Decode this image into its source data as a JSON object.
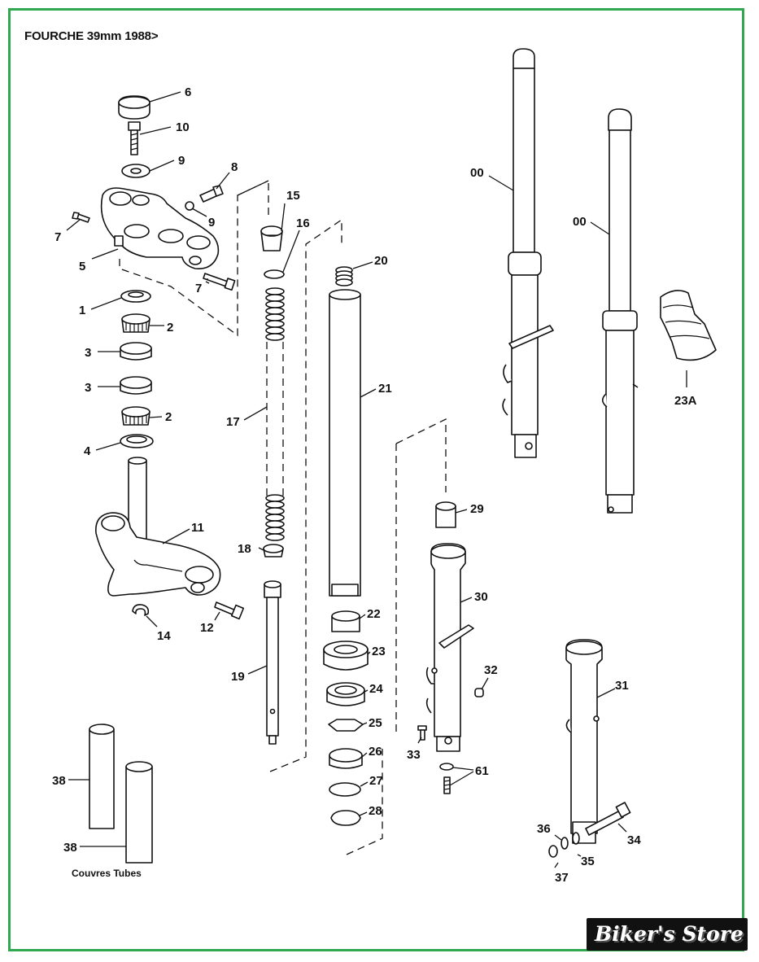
{
  "title": "FOURCHE 39mm 1988>",
  "caption": "Couvres Tubes",
  "logo_text": "Biker's Store",
  "colors": {
    "frame": "#2fa84f",
    "line": "#111111",
    "logo_bg": "#111111"
  },
  "labels": [
    {
      "key": "6",
      "text": "6"
    },
    {
      "key": "10",
      "text": "10"
    },
    {
      "key": "9a",
      "text": "9"
    },
    {
      "key": "8",
      "text": "8"
    },
    {
      "key": "9b",
      "text": "9"
    },
    {
      "key": "7a",
      "text": "7"
    },
    {
      "key": "5",
      "text": "5"
    },
    {
      "key": "7b",
      "text": "7"
    },
    {
      "key": "1",
      "text": "1"
    },
    {
      "key": "2a",
      "text": "2"
    },
    {
      "key": "3a",
      "text": "3"
    },
    {
      "key": "3b",
      "text": "3"
    },
    {
      "key": "2b",
      "text": "2"
    },
    {
      "key": "4",
      "text": "4"
    },
    {
      "key": "11",
      "text": "11"
    },
    {
      "key": "14",
      "text": "14"
    },
    {
      "key": "12",
      "text": "12"
    },
    {
      "key": "15",
      "text": "15"
    },
    {
      "key": "16",
      "text": "16"
    },
    {
      "key": "17",
      "text": "17"
    },
    {
      "key": "18",
      "text": "18"
    },
    {
      "key": "19",
      "text": "19"
    },
    {
      "key": "20",
      "text": "20"
    },
    {
      "key": "21",
      "text": "21"
    },
    {
      "key": "22",
      "text": "22"
    },
    {
      "key": "23",
      "text": "23"
    },
    {
      "key": "24",
      "text": "24"
    },
    {
      "key": "25",
      "text": "25"
    },
    {
      "key": "26",
      "text": "26"
    },
    {
      "key": "27",
      "text": "27"
    },
    {
      "key": "28",
      "text": "28"
    },
    {
      "key": "00a",
      "text": "00"
    },
    {
      "key": "00b",
      "text": "00"
    },
    {
      "key": "23A",
      "text": "23A"
    },
    {
      "key": "29",
      "text": "29"
    },
    {
      "key": "30",
      "text": "30"
    },
    {
      "key": "32",
      "text": "32"
    },
    {
      "key": "33",
      "text": "33"
    },
    {
      "key": "61",
      "text": "61"
    },
    {
      "key": "31",
      "text": "31"
    },
    {
      "key": "34",
      "text": "34"
    },
    {
      "key": "36",
      "text": "36"
    },
    {
      "key": "35",
      "text": "35"
    },
    {
      "key": "37",
      "text": "37"
    },
    {
      "key": "38a",
      "text": "38"
    },
    {
      "key": "38b",
      "text": "38"
    }
  ]
}
